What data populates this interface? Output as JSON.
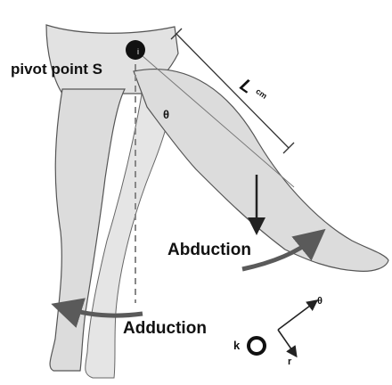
{
  "labels": {
    "pivot": "pivot point S",
    "abduction": "Abduction",
    "adduction": "Adduction",
    "k": "k",
    "length": "L",
    "length_unit": "cm",
    "theta_thigh": "θ",
    "theta_axis": "θ",
    "r_axis": "r"
  },
  "colors": {
    "skin": "#dcdcdc",
    "outline": "#555555",
    "ink": "#111111",
    "dashed": "#888888",
    "arrow_gray": "#5a5a5a"
  }
}
